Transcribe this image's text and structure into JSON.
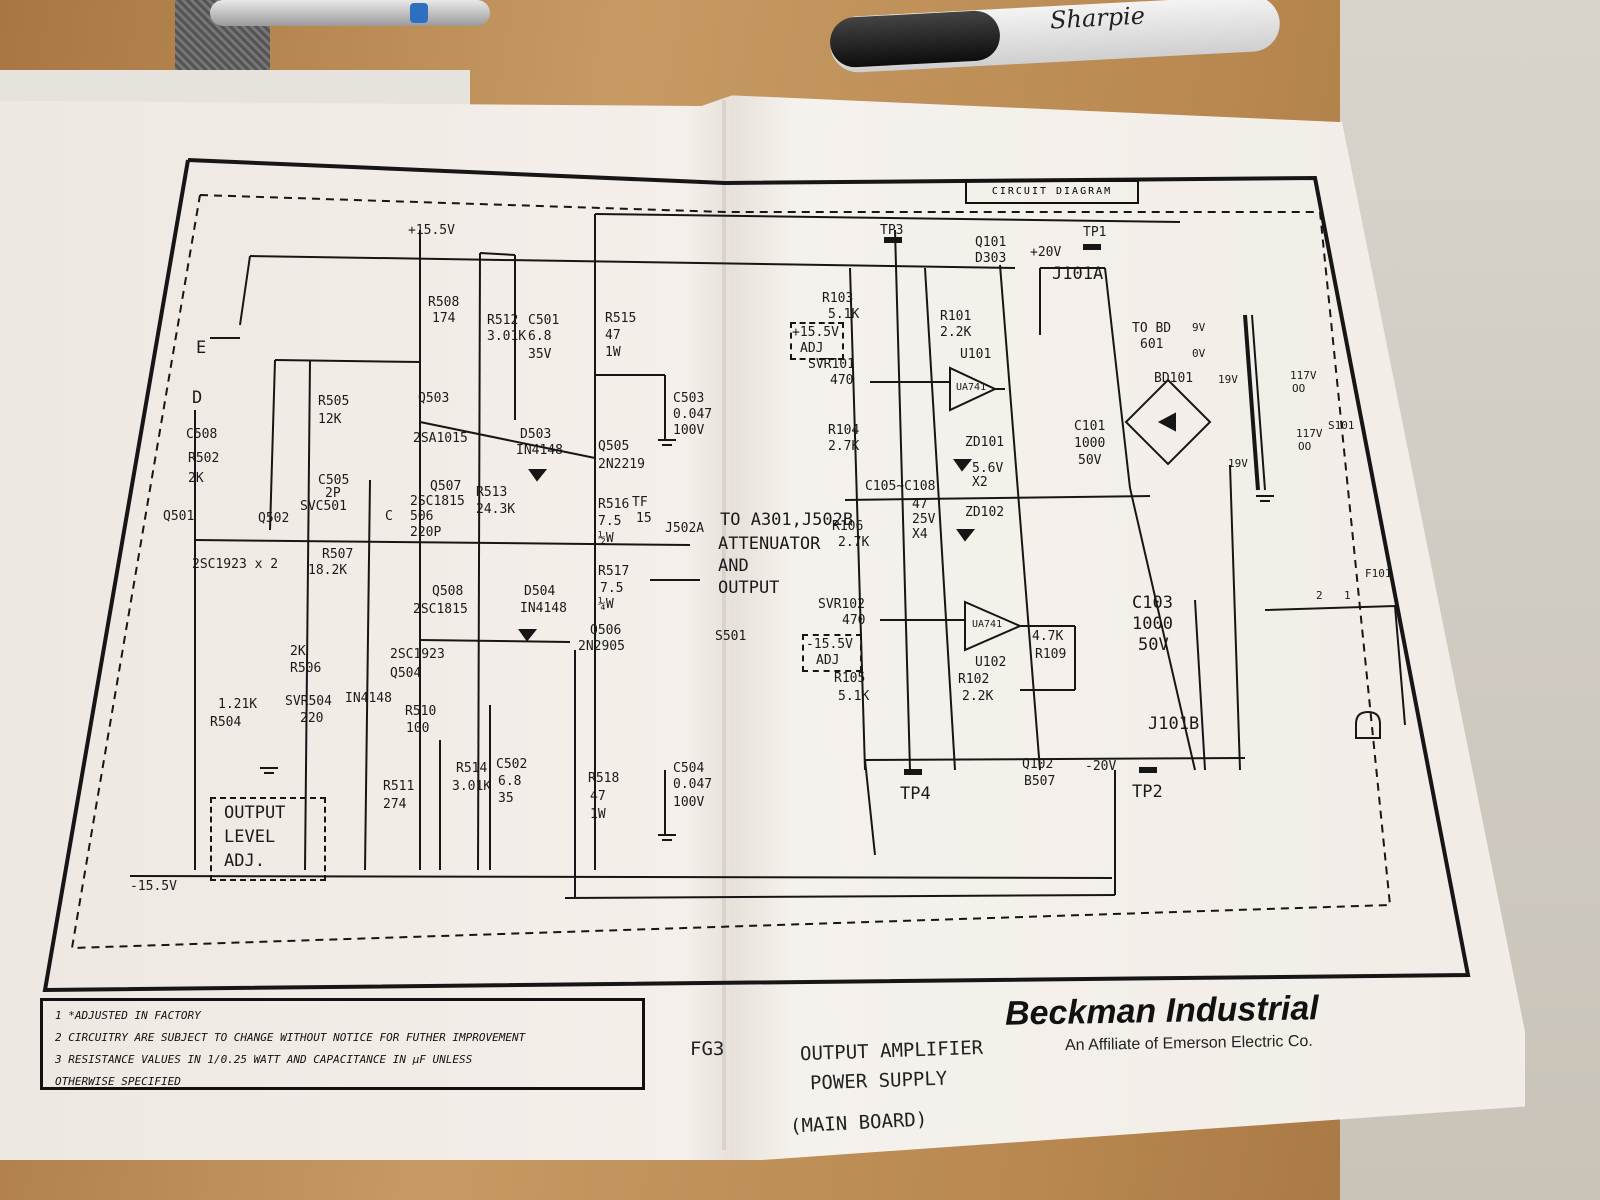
{
  "props": {
    "marker_brand": "Sharpie"
  },
  "sheet": {
    "title_block": "CIRCUIT DIAGRAM",
    "notes": [
      "1 *ADJUSTED IN FACTORY",
      "2 CIRCUITRY ARE SUBJECT TO CHANGE WITHOUT NOTICE FOR FUTHER IMPROVEMENT",
      "3 RESISTANCE VALUES IN 1/0.25 WATT AND CAPACITANCE IN μF UNLESS",
      "OTHERWISE SPECIFIED"
    ],
    "brand": "Beckman Industrial",
    "brand_sub": "An Affiliate of Emerson Electric Co.",
    "handwritten": {
      "code": "FG3",
      "line1": "OUTPUT AMPLIFIER",
      "line2": "POWER SUPPLY",
      "line3": "(MAIN BOARD)"
    }
  },
  "labels": {
    "plus_rail": "+15.5V",
    "minus_rail": "-15.5V",
    "node_e": "E",
    "node_d": "D",
    "node_c": "C",
    "c508": "C508",
    "r502": "R502",
    "r502_v": "2K",
    "q501": "Q501",
    "q502": "Q502",
    "q501_502_type": "2SC1923 x 2",
    "r505": "R505",
    "r505_v": "12K",
    "c505": "C505",
    "c505_v": "2P",
    "svc501": "SVC501",
    "r507": "R507",
    "r507_v": "18.2K",
    "r506_v": "2K",
    "r506": "R506",
    "svr504": "SVR504",
    "svr504_v": "220",
    "r504_v": "1.21K",
    "r504": "R504",
    "output_level_1": "OUTPUT",
    "output_level_2": "LEVEL",
    "output_level_3": "ADJ.",
    "r508": "R508",
    "r508_v": "174",
    "q503": "Q503",
    "q503_type": "2SA1015",
    "q507": "Q507",
    "q507_type": "2SC1815",
    "c506": "506",
    "c506_v": "220P",
    "q508": "Q508",
    "q508_type": "2SC1815",
    "q504_type": "2SC1923",
    "q504": "Q504",
    "d_in4148": "IN4148",
    "r510": "R510",
    "r510_v": "100",
    "r511": "R511",
    "r511_v": "274",
    "r512": "R512",
    "r512_v": "3.01K",
    "c501": "C501",
    "c501_v1": "6.8",
    "c501_v2": "35V",
    "r513": "R513",
    "r513_v": "24.3K",
    "r514": "R514",
    "r514_v": "3.01K",
    "c502": "C502",
    "c502_v1": "6.8",
    "c502_v2": "35",
    "d503": "D503",
    "d503_type": "IN4148",
    "d504": "D504",
    "d504_type": "IN4148",
    "r515": "R515",
    "r515_v1": "47",
    "r515_v2": "1W",
    "c503": "C503",
    "c503_v1": "0.047",
    "c503_v2": "100V",
    "q505": "Q505",
    "q505_type": "2N2219",
    "r516": "R516",
    "r516_v1": "7.5",
    "r516_v2": "½W",
    "tp_tf": "TF",
    "tp_tf_v": "15",
    "r517": "R517",
    "r517_v1": "7.5",
    "r517_v2": "¼W",
    "q506": "Q506",
    "q506_type": "2N2905",
    "r518": "R518",
    "r518_v1": "47",
    "r518_v2": "1W",
    "c504": "C504",
    "c504_v1": "0.047",
    "c504_v2": "100V",
    "j502a": "J502A",
    "to_a301": "TO A301,J502B",
    "attenuator": "ATTENUATOR",
    "and": "AND",
    "output": "OUTPUT",
    "s501": "S501",
    "tp3": "TP3",
    "tp1": "TP1",
    "tp4": "TP4",
    "tp2": "TP2",
    "q101": "Q101",
    "q101_type": "D303",
    "plus20v": "+20V",
    "minus20v": "-20V",
    "j101a": "J101A",
    "j101b": "J101B",
    "r103": "R103",
    "r103_v": "5.1K",
    "adj_plus": "+15.5V",
    "adj_plus_2": "ADJ",
    "svr101": "SVR101",
    "svr101_v": "470",
    "r101": "R101",
    "r101_v": "2.2K",
    "u101": "U101",
    "ua741_a": "UA741",
    "r104": "R104",
    "r104_v": "2.7K",
    "zd101": "ZD101",
    "zd101_v1": "5.6V",
    "zd101_v2": "X2",
    "c105": "C105~C108",
    "c105_v1": "47",
    "c105_v2": "25V",
    "c105_v3": "X4",
    "zd102": "ZD102",
    "r106": "R106",
    "r106_v": "2.7K",
    "svr102": "SVR102",
    "svr102_v": "470",
    "adj_minus": "-15.5V",
    "adj_minus_2": "ADJ",
    "r105": "R105",
    "r105_v": "5.1K",
    "ua741_b": "UA741",
    "u102": "U102",
    "r102": "R102",
    "r102_v": "2.2K",
    "r109": "R109",
    "r109_v": "4.7K",
    "q102": "Q102",
    "q102_type": "B507",
    "c101": "C101",
    "c101_v1": "1000",
    "c101_v2": "50V",
    "c103": "C103",
    "c103_v1": "1000",
    "c103_v2": "50V",
    "to_bd": "TO BD",
    "to_bd_2": "601",
    "v9": "9V",
    "v0": "0V",
    "bd101": "BD101",
    "v19a": "19V",
    "v19b": "19V",
    "v117a": "117V",
    "v117a_2": "OO",
    "v117b": "117V",
    "v117b_2": "OO",
    "s101": "S101",
    "f101": "F101",
    "pin2": "2",
    "pin1": "1"
  }
}
